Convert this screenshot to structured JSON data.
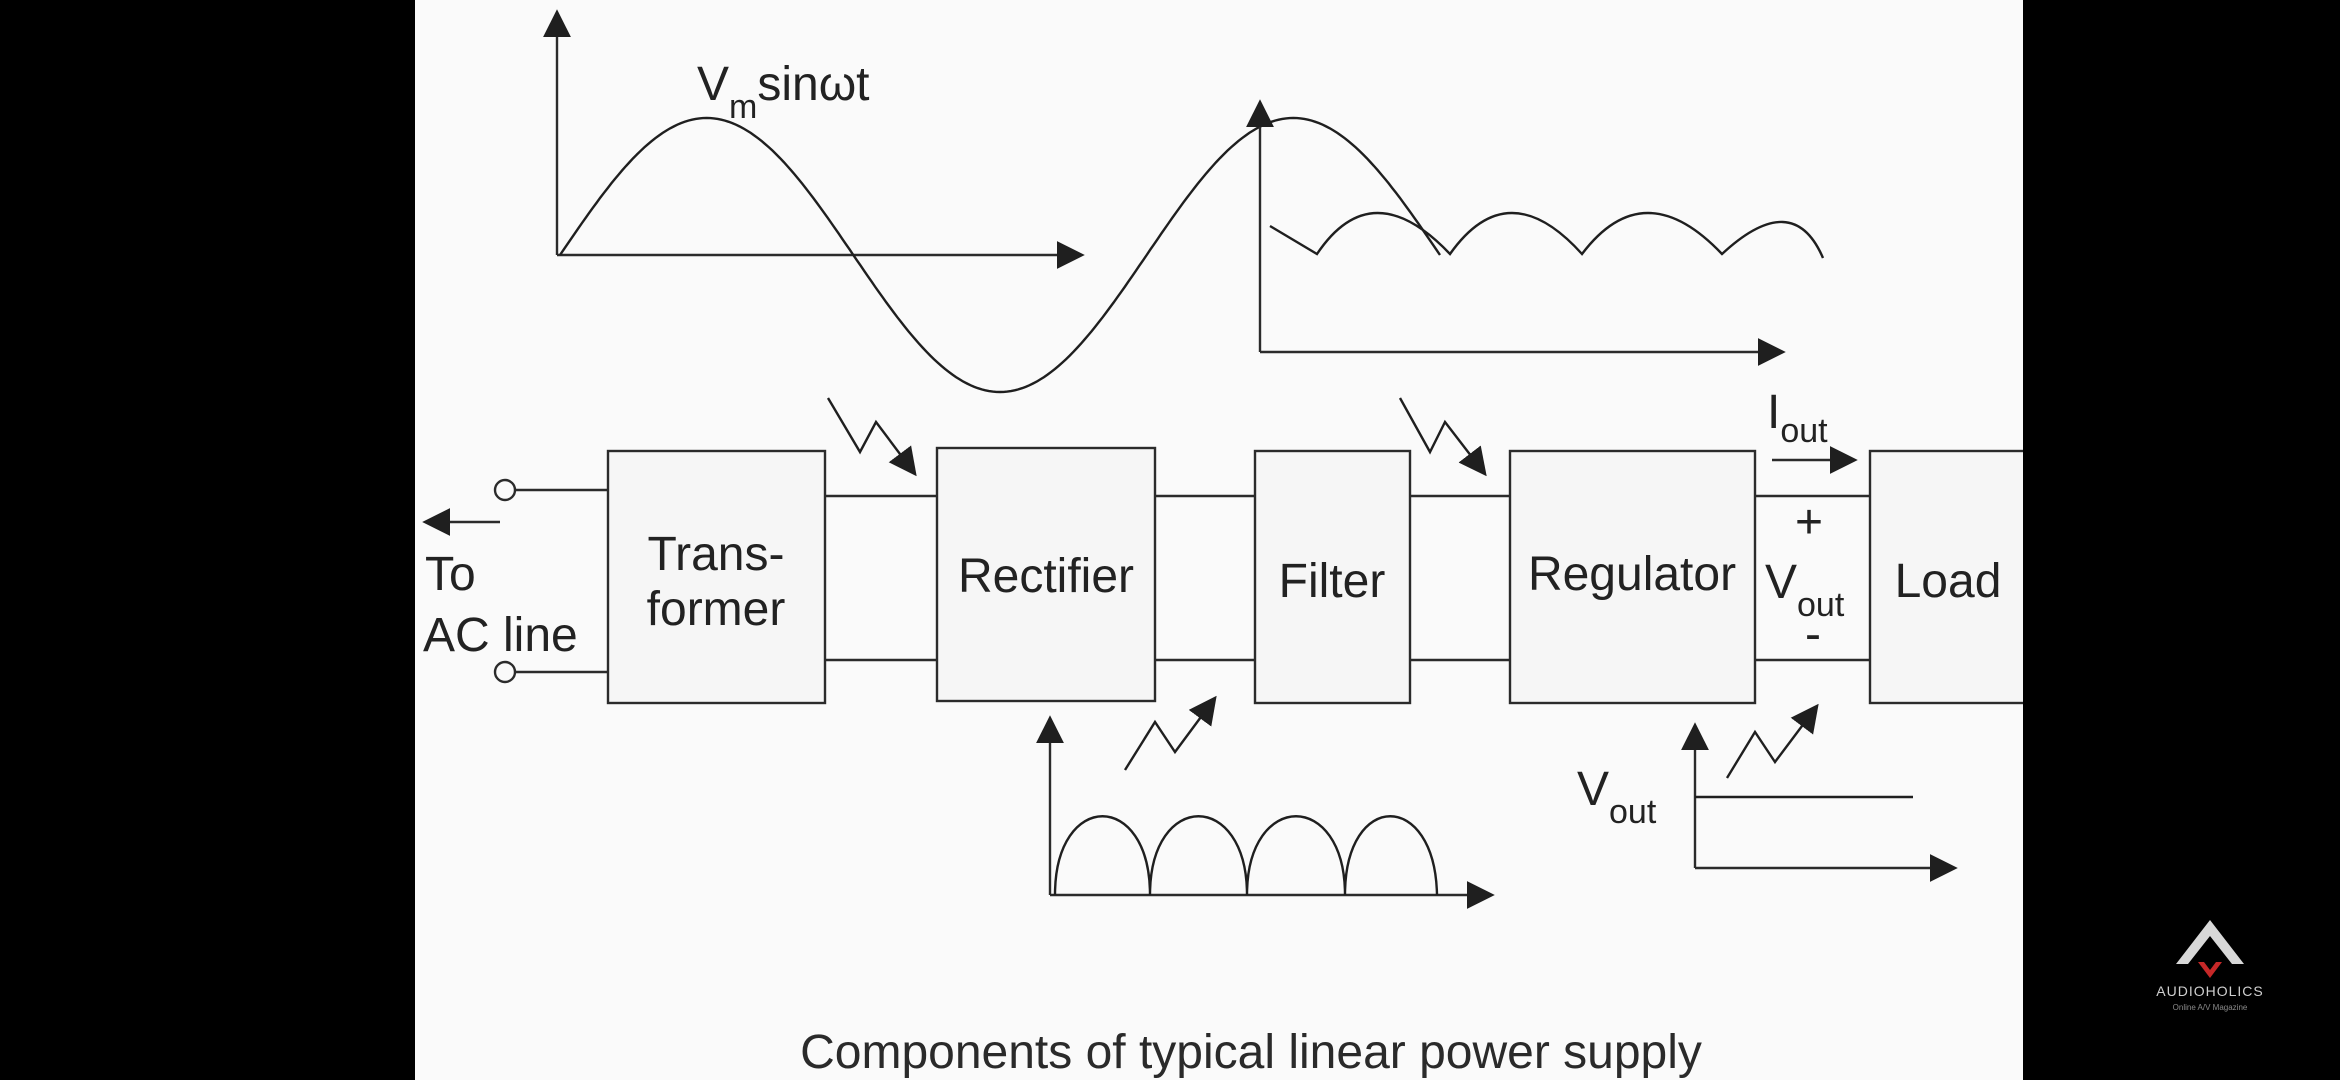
{
  "diagram": {
    "input_label_line1": "To",
    "input_label_line2": "AC line",
    "blocks": {
      "transformer_line1": "Trans-",
      "transformer_line2": "former",
      "rectifier": "Rectifier",
      "filter": "Filter",
      "regulator": "Regulator",
      "load": "Load"
    },
    "sine_label_main": "V",
    "sine_label_sub": "m",
    "sine_label_rest": "sinωt",
    "current_label_main": "I",
    "current_label_sub": "out",
    "plus_sign": "+",
    "minus_sign": "-",
    "vout_main": "V",
    "vout_sub": "out",
    "vout_graph_main": "V",
    "vout_graph_sub": "out",
    "caption": "Components of typical linear power supply"
  },
  "watermark": {
    "brand": "AUDIOHOLICS",
    "tagline": "Online A/V Magazine",
    "accent_color": "#c62828"
  }
}
